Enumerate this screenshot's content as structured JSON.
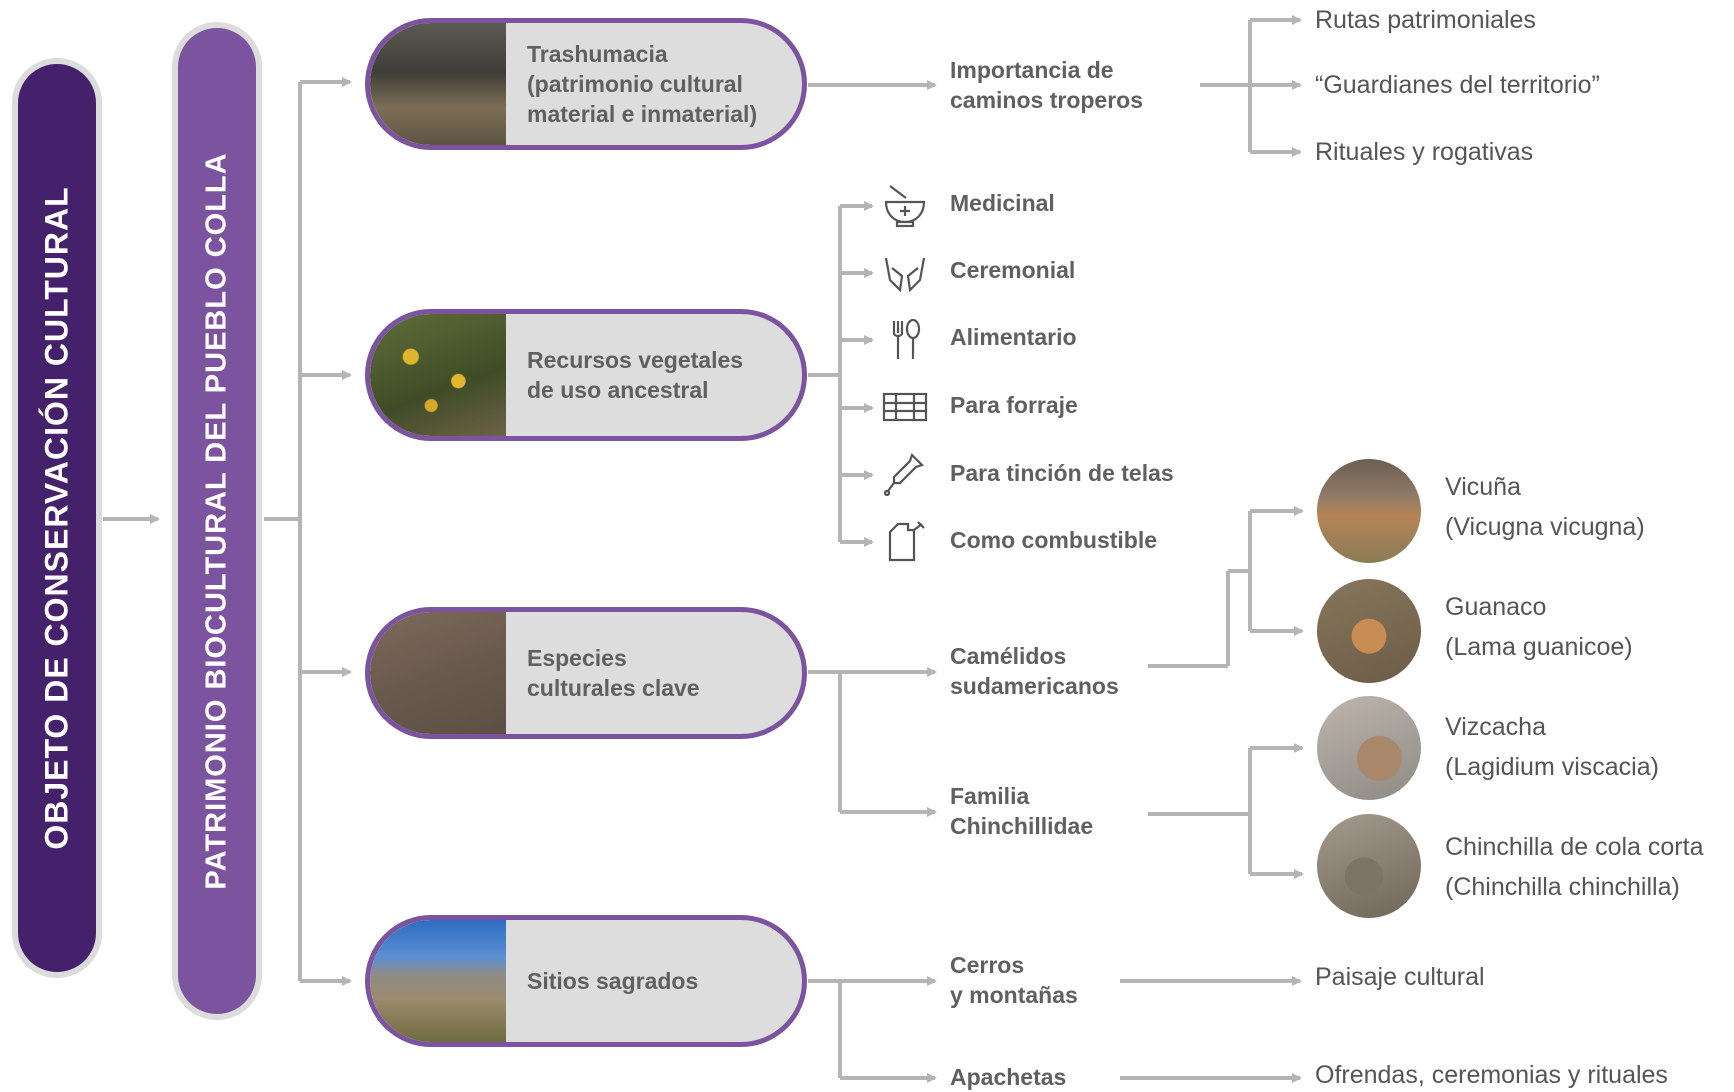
{
  "root": {
    "label": "OBJETO DE CONSERVACIÓN CULTURAL"
  },
  "heritage": {
    "label": "PATRIMONIO BIOCULTURAL DEL PUEBLO COLLA"
  },
  "categories": [
    {
      "label": "Trashumacia\n(patrimonio cultural\nmaterial e inmaterial)",
      "photo": "goats-herd-photo"
    },
    {
      "label": "Recursos vegetales\nde uso ancestral",
      "photo": "yellow-flower-shrub-photo"
    },
    {
      "label": "Especies\nculturales clave",
      "photo": "camelids-hillside-photo"
    },
    {
      "label": "Sitios sagrados",
      "photo": "mountain-landscape-photo"
    }
  ],
  "trashumancia": {
    "sub": "Importancia de\ncaminos troperos",
    "items": [
      "Rutas patrimoniales",
      "“Guardianes del territorio”",
      "Rituales y rogativas"
    ]
  },
  "uses": [
    {
      "label": "Medicinal",
      "icon": "mortar-pestle-icon"
    },
    {
      "label": "Ceremonial",
      "icon": "open-hands-icon"
    },
    {
      "label": "Alimentario",
      "icon": "fork-spoon-icon"
    },
    {
      "label": "Para forraje",
      "icon": "hay-bale-icon"
    },
    {
      "label": "Para tinción de telas",
      "icon": "dropper-icon"
    },
    {
      "label": "Como combustible",
      "icon": "fuel-can-icon"
    }
  ],
  "species": {
    "groups": [
      "Camélidos\nsudamericanos",
      "Familia\nChinchillidae"
    ],
    "animals": [
      {
        "name": "Vicuña",
        "latin": "(Vicugna vicugna)"
      },
      {
        "name": "Guanaco",
        "latin": "(Lama guanicoe)"
      },
      {
        "name": "Vizcacha",
        "latin": "(Lagidium viscacia)"
      },
      {
        "name": "Chinchilla de cola corta",
        "latin": "(Chinchilla chinchilla)"
      }
    ]
  },
  "sacred": {
    "subs": [
      "Cerros\ny montañas",
      "Apachetas"
    ],
    "results": [
      "Paisaje cultural",
      "Ofrendas, ceremonias y rituales"
    ]
  },
  "colors": {
    "dark_purple": "#45216b",
    "purple": "#7b539e",
    "connector": "#b5b5b5",
    "pill_fill": "#dddddd"
  }
}
